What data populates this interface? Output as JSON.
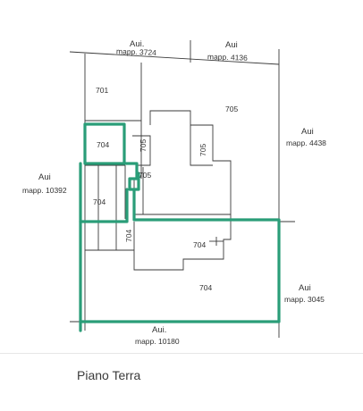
{
  "parcels": {
    "north_left": {
      "owner": "Aui.",
      "mapp": "mapp. 3724"
    },
    "north_right": {
      "owner": "Aui",
      "mapp": "mapp. 4136"
    },
    "east": {
      "owner": "Aui",
      "mapp": "mapp. 4438"
    },
    "west": {
      "owner": "Aui",
      "mapp": "mapp. 10392"
    },
    "south_east": {
      "owner": "Aui",
      "mapp": "mapp. 3045"
    },
    "south": {
      "owner": "Aui.",
      "mapp": "mapp. 10180"
    }
  },
  "subalterni": {
    "s701": "701",
    "s705_top": "705",
    "s704_green": "704",
    "s705_v1": "705",
    "s705_v2": "705",
    "s705_small": "705",
    "s704_left": "704",
    "s704_strip": "704",
    "s704_mid": "704",
    "s704_bottom": "704"
  },
  "caption": "Piano Terra",
  "colors": {
    "highlight": "#2a9d78",
    "line": "#3a3a3a",
    "text": "#333333"
  }
}
